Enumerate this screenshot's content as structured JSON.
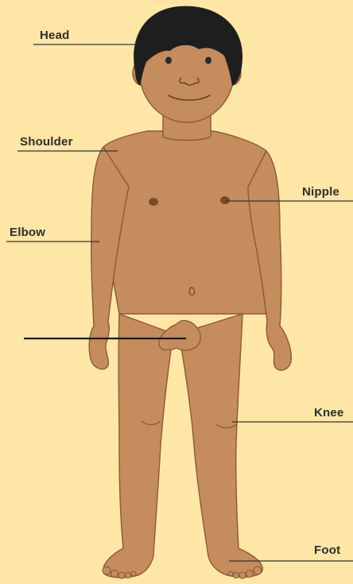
{
  "colors": {
    "background": "#FDE6A6",
    "skin": "#C58C5E",
    "outline": "#8A5A35",
    "hair": "#1E1E1E",
    "leader": "#333333",
    "text": "#2C2C2C"
  },
  "labels": {
    "head": "Head",
    "shoulder": "Shoulder",
    "elbow": "Elbow",
    "nipple": "Nipple",
    "blank": "",
    "knee": "Knee",
    "foot": "Foot"
  }
}
